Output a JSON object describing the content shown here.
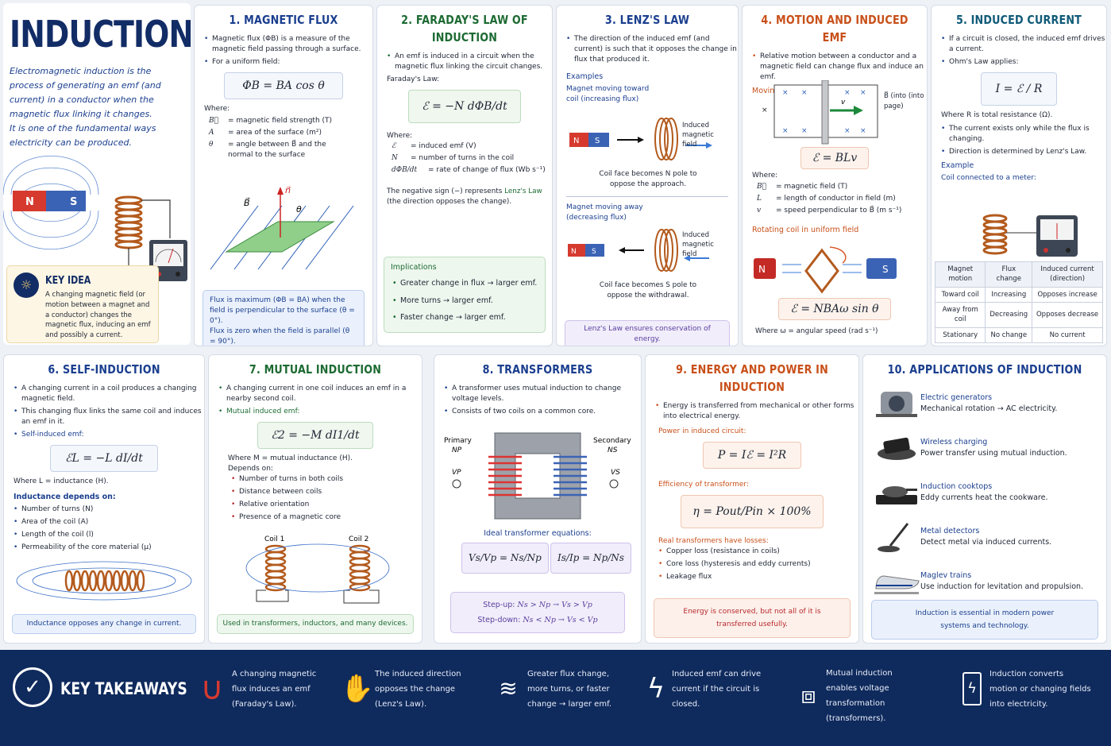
{
  "header": {
    "title": "INDUCTION",
    "intro": "Electromagnetic induction is the process of generating an emf (and current) in a conductor when the magnetic flux linking it changes.",
    "intro2": "It is one of the fundamental ways electricity can be produced.",
    "magnet_n": "N",
    "magnet_s": "S",
    "key_idea_title": "KEY IDEA",
    "key_idea_text": "A changing magnetic field (or motion between a magnet and a conductor) changes the magnetic flux, inducing an emf and possibly a current."
  },
  "flux": {
    "title": "1. MAGNETIC FLUX",
    "b1": "Magnetic flux (ΦB) is a measure of the magnetic field passing through a surface.",
    "b2": "For a uniform field:",
    "formula": "ΦB = BA cos θ",
    "where": "Where:",
    "vars": [
      {
        "sym": "B⃗",
        "desc": "= magnetic field strength (T)"
      },
      {
        "sym": "A",
        "desc": "= area of the surface (m²)"
      },
      {
        "sym": "θ",
        "desc": "= angle between B⃗ and the normal to the surface"
      }
    ],
    "diag_b": "B⃗",
    "diag_n": "n⃗",
    "diag_theta": "θ",
    "note1": "Flux is maximum (ΦB = BA) when the field is perpendicular to the surface (θ = 0°).",
    "note2": "Flux is zero when the field is parallel (θ = 90°)."
  },
  "faraday": {
    "title": "2. FARADAY'S LAW OF INDUCTION",
    "b1": "An emf is induced in a circuit when the magnetic flux linking the circuit changes.",
    "law_label": "Faraday's Law:",
    "formula": "ℰ = −N dΦB/dt",
    "where": "Where:",
    "vars": [
      {
        "sym": "ℰ",
        "desc": "= induced emf (V)"
      },
      {
        "sym": "N",
        "desc": "= number of turns in the coil"
      },
      {
        "sym": "dΦB/dt",
        "desc": "= rate of change of flux (Wb s⁻¹)"
      }
    ],
    "neg_note_a": "The negative sign (−) represents ",
    "neg_note_link": "Lenz's Law",
    "neg_note_b": " (the direction opposes the change).",
    "impl_title": "Implications",
    "impl": [
      "Greater change in flux → larger emf.",
      "More turns → larger emf.",
      "Faster change → larger emf."
    ]
  },
  "lenz": {
    "title": "3. LENZ'S LAW",
    "b1": "The direction of the induced emf (and current) is such that it opposes the change in flux that produced it.",
    "examples": "Examples",
    "ex1_title": "Magnet moving toward coil (increasing flux)",
    "ex1_induced": "Induced magnetic field",
    "ex1_caption": "Coil face becomes N pole to oppose the approach.",
    "ex2_title": "Magnet moving away (decreasing flux)",
    "ex2_induced": "Induced magnetic field",
    "ex2_caption": "Coil face becomes S pole to oppose the withdrawal.",
    "note": "Lenz's Law ensures conservation of energy."
  },
  "motion": {
    "title": "4. MOTION AND INDUCED EMF",
    "b1": "Relative motion between a conductor and a magnetic field can change flux and induce an emf.",
    "straight_title": "Moving straight conductor",
    "field_label": "B⃗ (into (into page)",
    "v_label": "v",
    "formula1": "ℰ = BLv",
    "where": "Where:",
    "vars": [
      {
        "sym": "B⃗",
        "desc": "= magnetic field (T)"
      },
      {
        "sym": "L",
        "desc": "= length of conductor in field (m)"
      },
      {
        "sym": "v",
        "desc": "= speed perpendicular to B⃗ (m s⁻¹)"
      }
    ],
    "rot_title": "Rotating coil in uniform field",
    "formula2": "ℰ = NBAω sin θ",
    "omega_note": "Where ω = angular speed (rad s⁻¹)"
  },
  "current": {
    "title": "5. INDUCED CURRENT",
    "b1": "If a circuit is closed, the induced emf drives a current.",
    "b2": "Ohm's Law applies:",
    "formula": "I = ℰ / R",
    "where_r": "Where R is total resistance (Ω).",
    "b3": "The current exists only while the flux is changing.",
    "b4": "Direction is determined by Lenz's Law.",
    "example": "Example",
    "example_sub": "Coil connected to a meter:",
    "table_head": [
      "Magnet motion",
      "Flux change",
      "Induced current (direction)"
    ],
    "table_rows": [
      [
        "Toward coil",
        "Increasing",
        "Opposes increase"
      ],
      [
        "Away from coil",
        "Decreasing",
        "Opposes decrease"
      ],
      [
        "Stationary",
        "No change",
        "No current"
      ]
    ]
  },
  "self": {
    "title": "6. SELF-INDUCTION",
    "b1": "A changing current in a coil produces a changing magnetic field.",
    "b2": "This changing flux links the same coil and induces an emf in it.",
    "b3": "Self-induced emf:",
    "formula": "ℰL = −L dI/dt",
    "where": "Where L = inductance (H).",
    "dep_title": "Inductance depends on:",
    "deps": [
      "Number of turns (N)",
      "Area of the coil (A)",
      "Length of the coil (l)",
      "Permeability of the core material (μ)"
    ],
    "note": "Inductance opposes any change in current."
  },
  "mutual": {
    "title": "7. MUTUAL INDUCTION",
    "b1": "A changing current in one coil induces an emf in a nearby second coil.",
    "b2": "Mutual induced emf:",
    "formula": "ℰ2 = −M dI1/dt",
    "where": "Where M = mutual inductance (H).",
    "dep_title": "Depends on:",
    "deps": [
      "Number of turns in both coils",
      "Distance between coils",
      "Relative orientation",
      "Presence of a magnetic core"
    ],
    "coil1": "Coil 1",
    "coil2": "Coil 2",
    "note": "Used in transformers, inductors, and many devices."
  },
  "transformers": {
    "title": "8. TRANSFORMERS",
    "b1": "A transformer uses mutual induction to change voltage levels.",
    "b2": "Consists of two coils on a common core.",
    "primary": "Primary",
    "secondary": "Secondary",
    "np": "NP",
    "ns": "NS",
    "vp": "VP",
    "vs": "VS",
    "eq_title": "Ideal transformer equations:",
    "eq1": "Vs/Vp = Ns/Np",
    "eq2": "Is/Ip = Np/Ns",
    "stepup_label": "Step-up:",
    "stepup": "Ns > Np → Vs > Vp",
    "stepdown_label": "Step-down:",
    "stepdown": "Ns < Np → Vs < Vp"
  },
  "energy": {
    "title": "9. ENERGY AND POWER IN INDUCTION",
    "b1": "Energy is transferred from mechanical or other forms into electrical energy.",
    "power_title": "Power in induced circuit:",
    "formula1": "P = Iℰ = I²R",
    "eff_title": "Efficiency of transformer:",
    "formula2": "η = Pout/Pin × 100%",
    "loss_title": "Real transformers have losses:",
    "losses": [
      "Copper loss (resistance in coils)",
      "Core loss (hysteresis and eddy currents)",
      "Leakage flux"
    ],
    "note": "Energy is conserved, but not all of it is transferred usefully."
  },
  "applications": {
    "title": "10. APPLICATIONS OF INDUCTION",
    "items": [
      {
        "name": "Electric generators",
        "desc": "Mechanical rotation → AC electricity."
      },
      {
        "name": "Wireless charging",
        "desc": "Power transfer using mutual induction."
      },
      {
        "name": "Induction cooktops",
        "desc": "Eddy currents heat the cookware."
      },
      {
        "name": "Metal detectors",
        "desc": "Detect metal via induced currents."
      },
      {
        "name": "Maglev trains",
        "desc": "Use induction for levitation and propulsion."
      }
    ],
    "note": "Induction is essential in modern power systems and technology."
  },
  "takeaways": {
    "title": "KEY TAKEAWAYS",
    "items": [
      "A changing magnetic flux induces an emf (Faraday's Law).",
      "The induced direction opposes the change (Lenz's Law).",
      "Greater flux change, more turns, or faster change → larger emf.",
      "Induced emf can drive current if the circuit is closed.",
      "Mutual induction enables voltage transformation (transformers).",
      "Induction converts motion or changing fields into electricity."
    ]
  },
  "colors": {
    "navy": "#0f2a5c",
    "blue": "#1b3f8f",
    "green": "#1d6b33",
    "orange": "#c8501a",
    "purple": "#5b3fa0",
    "red": "#b8292f"
  }
}
